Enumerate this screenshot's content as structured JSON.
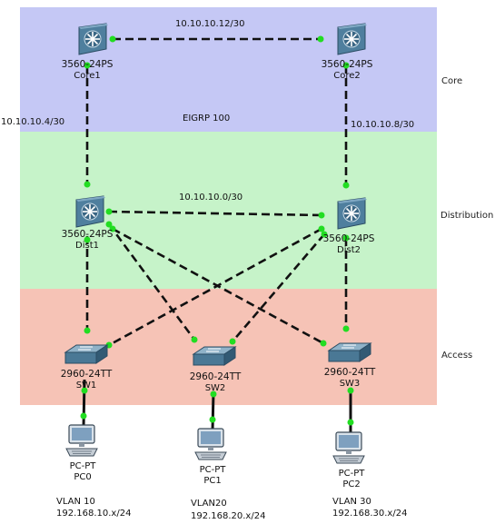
{
  "layers": {
    "core": "Core",
    "distribution": "Distribution",
    "access": "Access"
  },
  "routing_protocol": "EIGRP 100",
  "links": {
    "core1_core2": "10.10.10.12/30",
    "core1_dist1": "10.10.10.4/30",
    "core2_dist2": "10.10.10.8/30",
    "dist1_dist2": "10.10.10.0/30"
  },
  "devices": {
    "core1": {
      "model": "3560-24PS",
      "name": "Core1"
    },
    "core2": {
      "model": "3560-24PS",
      "name": "Core2"
    },
    "dist1": {
      "model": "3560-24PS",
      "name": "Dist1"
    },
    "dist2": {
      "model": "3560-24PS",
      "name": "Dist2"
    },
    "sw1": {
      "model": "2960-24TT",
      "name": "SW1"
    },
    "sw2": {
      "model": "2960-24TT",
      "name": "SW2"
    },
    "sw3": {
      "model": "2960-24TT",
      "name": "SW3"
    },
    "pc0": {
      "model": "PC-PT",
      "name": "PC0"
    },
    "pc1": {
      "model": "PC-PT",
      "name": "PC1"
    },
    "pc2": {
      "model": "PC-PT",
      "name": "PC2"
    }
  },
  "vlans": [
    {
      "name": "VLAN 10",
      "subnet": "192.168.10.x/24"
    },
    {
      "name": "VLAN20",
      "subnet": "192.168.20.x/24"
    },
    {
      "name": "VLAN 30",
      "subnet": "192.168.30.x/24"
    }
  ],
  "colors": {
    "core_band": "#c5c8f5",
    "distribution_band": "#c6f3c9",
    "access_band": "#f6c3b6",
    "link_up": "#22dd22",
    "switch_body": "#3f6d8a"
  }
}
